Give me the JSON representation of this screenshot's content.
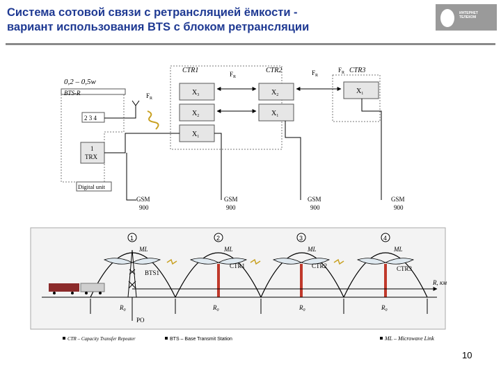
{
  "title": {
    "line1": "Система сотовой связи с ретрансляцией ёмкости -",
    "line2": "вариант использования BTS с блоком ретрансляции"
  },
  "logo": {
    "line1": "ИНТЕРНЕТ",
    "line2": "ТЕЛЕКОМ",
    "icon": "egg-logo"
  },
  "top": {
    "power": "0,2 – 0,5w",
    "bts_r": "BTS-R",
    "slots": "2 3 4",
    "trx1": "1",
    "trx2": "TRX",
    "digital_unit": "Digital unit",
    "fr": "F",
    "fr_sub": "R",
    "ctr1": "CTR1",
    "ctr2": "CTR2",
    "ctr3": "CTR3",
    "x": "X",
    "sub1": "1",
    "sub2": "2",
    "sub3": "3",
    "gsm": "GSM",
    "band": "900"
  },
  "bottom": {
    "markers": [
      "1",
      "2",
      "3",
      "4"
    ],
    "ml": "ML",
    "bts1": "BTS1",
    "ctr1": "CTR1",
    "ctr2": "CTR2",
    "ctr3": "CTR3",
    "r_axis": "R, км",
    "r0": "R",
    "r0_sub": "0",
    "po": "PO"
  },
  "legend": {
    "ctr": "CTR – Capacity Transfer Repeater",
    "bts": "BTS – Base Transmit Station",
    "ml": "ML – Microwave Link"
  },
  "page_number": "10",
  "colors": {
    "title": "#1f3a93",
    "box": "#e6e6e6",
    "ctr_pole": "#c0392b",
    "wave": "#c8a020"
  }
}
